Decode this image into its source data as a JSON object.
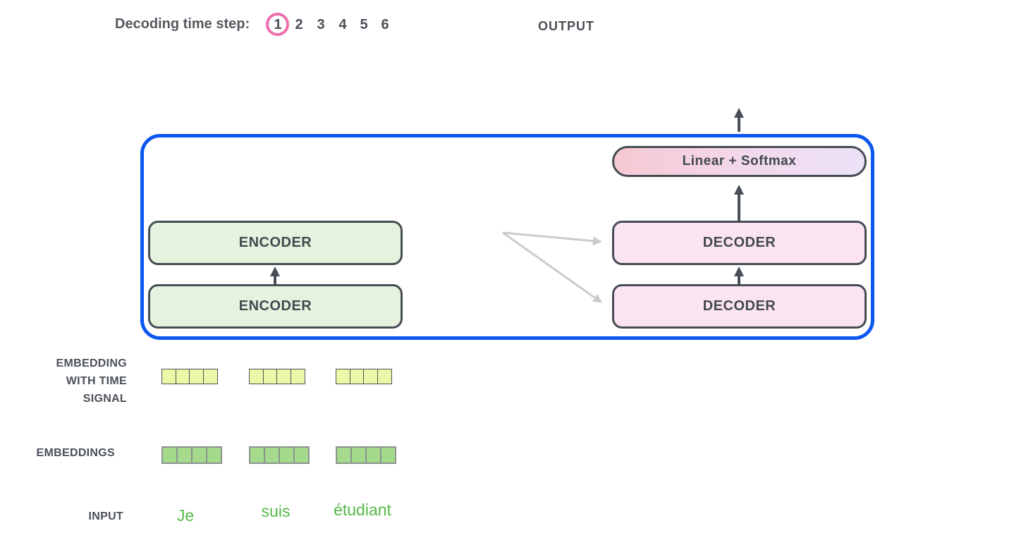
{
  "header": {
    "decoding_label": "Decoding time step:",
    "steps": [
      "1",
      "2",
      "3",
      "4",
      "5",
      "6"
    ],
    "active_step": "1",
    "output_label": "OUTPUT"
  },
  "model": {
    "linear_softmax": "Linear + Softmax",
    "encoder_top": "ENCODER",
    "encoder_bottom": "ENCODER",
    "decoder_top": "DECODER",
    "decoder_bottom": "DECODER"
  },
  "left_labels": {
    "embedding_time_line1": "EMBEDDING",
    "embedding_time_line2": "WITH TIME",
    "embedding_time_line3": "SIGNAL",
    "embeddings": "EMBEDDINGS",
    "input": "INPUT"
  },
  "input_words": [
    "Je",
    "suis",
    "étudiant"
  ],
  "embedding_cells": {
    "tokens": 3,
    "cells_per_token": 4
  },
  "colors": {
    "accent_blue": "#0b57f0",
    "step_ring_pink": "#ee6fae",
    "encoder_fill": "#e6f2de",
    "decoder_fill": "#fbe4ef",
    "linear_softmax_gradient_left": "#f5c9d3",
    "linear_softmax_gradient_right": "#ebe2f7",
    "box_border": "#464c55",
    "signal_cell_fill": "#edf7a8",
    "embedding_cell_fill": "#a5d98c",
    "input_word_green": "#54b848",
    "arrow_dark": "#494f59",
    "arrow_gray": "#cbcbcb"
  }
}
